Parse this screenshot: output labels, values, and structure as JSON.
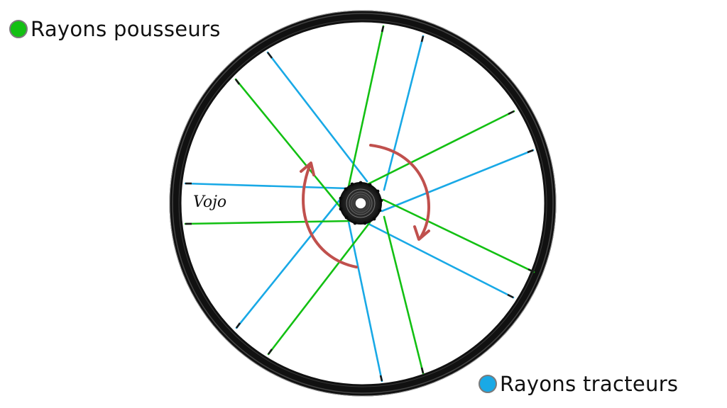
{
  "legend": {
    "pushing": {
      "label": "Rayons pousseurs",
      "color": "#13c013"
    },
    "pulling": {
      "label": "Rayons tracteurs",
      "color": "#19a9e6"
    }
  },
  "wheel": {
    "brand": "Vojo",
    "rim_color": "#1a1a1a",
    "arrow_color": "#c0504d",
    "hub_color": "#1e1e1e",
    "rotation_arrows": [
      "counter-clockwise-left",
      "clockwise-right"
    ]
  }
}
